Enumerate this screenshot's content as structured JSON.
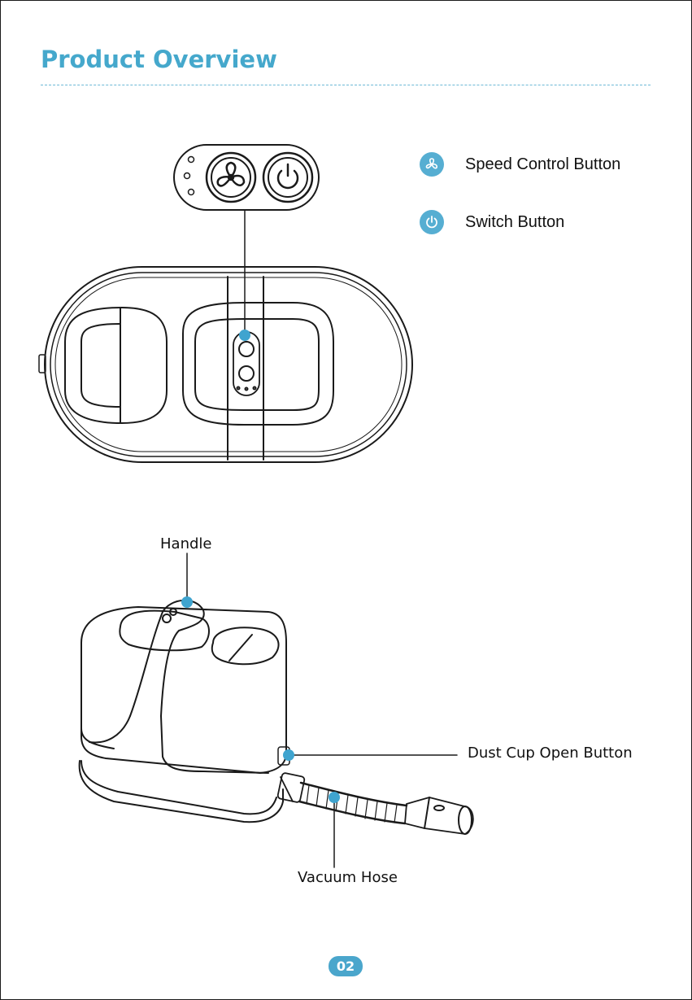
{
  "page": {
    "title": "Product Overview",
    "page_number": "02"
  },
  "legend": [
    {
      "icon": "fan-icon",
      "label": "Speed Control Button"
    },
    {
      "icon": "power-icon",
      "label": "Switch Button"
    }
  ],
  "callouts": {
    "handle": "Handle",
    "dust_cup_open_button": "Dust Cup Open Button",
    "vacuum_hose": "Vacuum Hose"
  },
  "colors": {
    "accent": "#45a8cc",
    "marker": "#3fa4cf",
    "line_art": "#1a1a1a"
  }
}
